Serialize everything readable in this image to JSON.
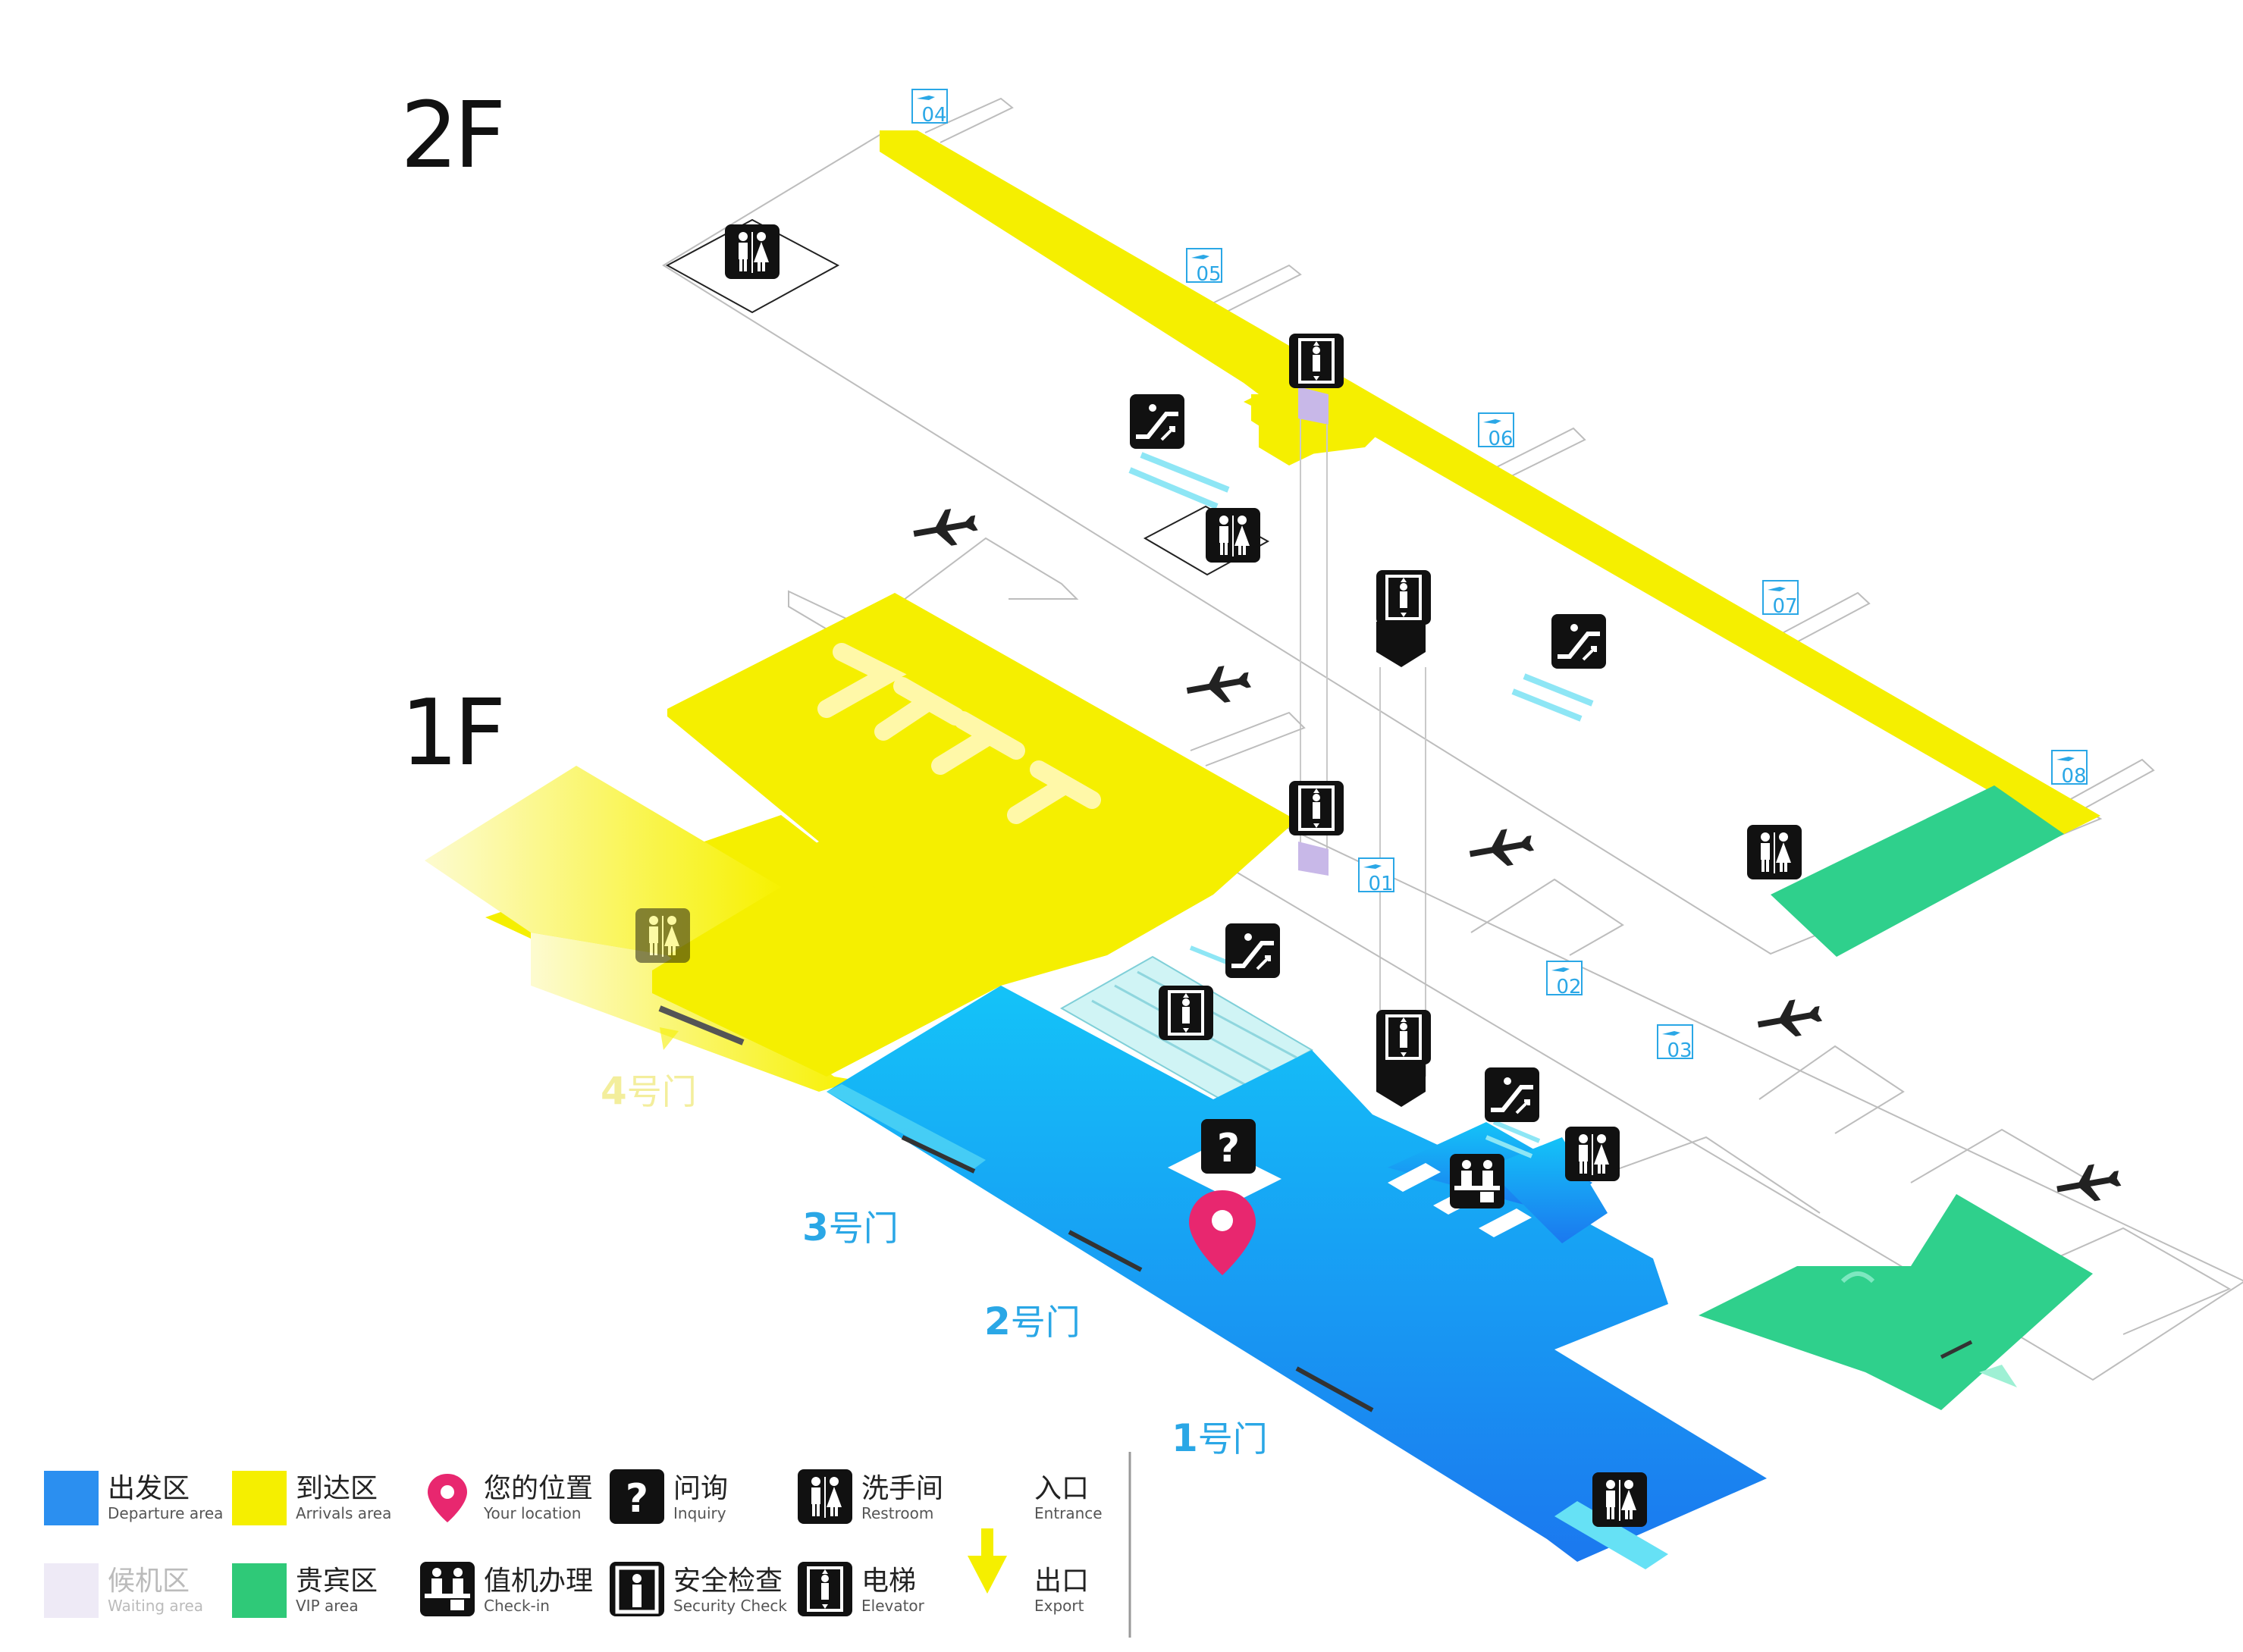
{
  "floors": {
    "upper": "2F",
    "lower": "1F"
  },
  "gates": {
    "gate_1": {
      "num": "1",
      "text": "号门"
    },
    "gate_2": {
      "num": "2",
      "text": "号门"
    },
    "gate_3": {
      "num": "3",
      "text": "号门"
    },
    "gate_4": {
      "num": "4",
      "text": "号门"
    }
  },
  "boarding_gates": [
    "04",
    "05",
    "06",
    "07",
    "08",
    "01",
    "02",
    "03"
  ],
  "legend": {
    "departure": {
      "cn": "出发区",
      "en": "Departure area",
      "color": "#2b8ff0"
    },
    "arrivals": {
      "cn": "到达区",
      "en": "Arrivals area",
      "color": "#f5ef00"
    },
    "location": {
      "cn": "您的位置",
      "en": "Your location",
      "color": "#e8276f"
    },
    "inquiry": {
      "cn": "问询",
      "en": "Inquiry"
    },
    "restroom": {
      "cn": "洗手间",
      "en": "Restroom"
    },
    "entrance": {
      "cn": "入口",
      "en": "Entrance"
    },
    "waiting": {
      "cn": "候机区",
      "en": "Waiting area",
      "color": "#eeeaf6"
    },
    "vip": {
      "cn": "贵宾区",
      "en": "VIP area",
      "color": "#2fc978"
    },
    "checkin": {
      "cn": "值机办理",
      "en": "Check-in"
    },
    "security": {
      "cn": "安全检查",
      "en": "Security Check"
    },
    "elevator": {
      "cn": "电梯",
      "en": "Elevator"
    },
    "exit": {
      "cn": "出口",
      "en": "Export",
      "color": "#f5ef00"
    }
  },
  "colors": {
    "departure_top": "#12b6f5",
    "departure_bottom": "#1a7ff0",
    "arrivals": "#f5ef00",
    "vip": "#2fd08c",
    "accent": "#e8276f"
  }
}
